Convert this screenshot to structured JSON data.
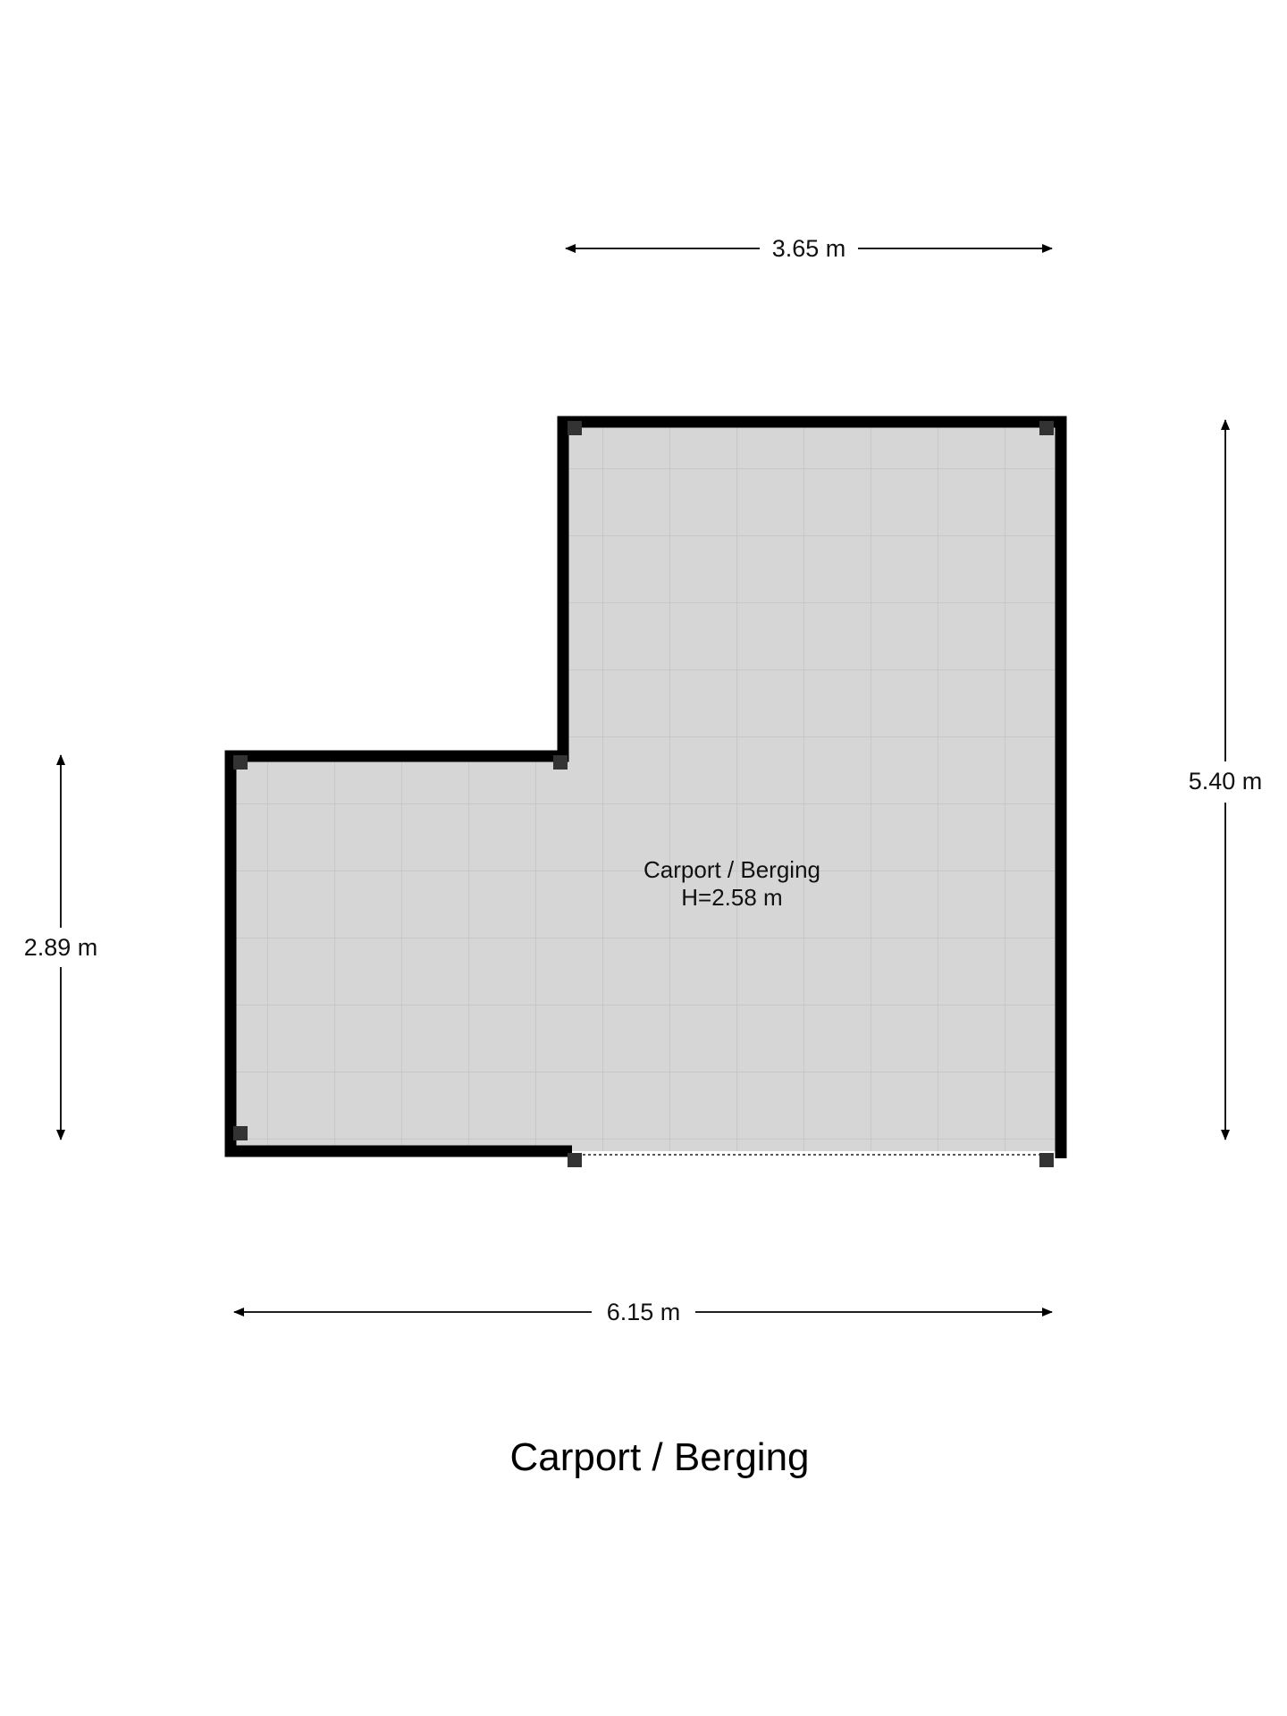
{
  "plan": {
    "title": "Carport / Berging",
    "room": {
      "name": "Carport / Berging",
      "height_label": "H=2.58 m"
    },
    "dimensions": {
      "top_width": "3.65 m",
      "right_height": "5.40 m",
      "left_height": "2.89 m",
      "bottom_width": "6.15 m"
    }
  },
  "colors": {
    "wall": "#000000",
    "floor": "#d6d6d6",
    "tile_line": "#c8c8c8",
    "post": "#333333",
    "dimension_line": "#000000"
  }
}
